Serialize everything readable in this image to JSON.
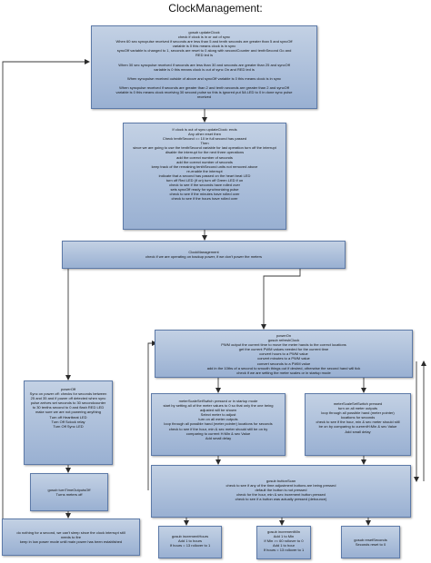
{
  "title": "ClockManagement:",
  "boxes": {
    "update_clock": [
      "gosub updateClock",
      "check if clock is in or out of sync",
      "When 60 sec syncpulse received if seconds are less than 5 and tenth seconds are greater than 5 and syncOff",
      "variable is 0 this means clock is in sync",
      "syncOff variable is changed to 1, seconds are reset to 0 along with secondCounter and tenthSecond Go and",
      "RED led is",
      "",
      "When 30 sec syncpulse received if seconds are less than 30 and seconds are greater than 25 and syncOff",
      "variable is 0 this means clock is out of sync On and RED led is",
      "",
      "When syncpulse received outside of above and syncOff variable is 0 this means clock is in sync",
      "",
      "When syncpulse received if seconds are greater than 2 and tenth seconds are greater than 2 and syncOff",
      "variable is 0 this means clock receiving 30 second pulse so this is ignored put 5A LED to 0 in done sync pulse",
      "received"
    ],
    "out_of_sync": [
      "If clock is out of sync updateClock: ends",
      "Any other reset then",
      "Check tenthSecond == 10 ie full second has passed",
      "Then",
      "since we are going to use the tenthSecond variable for last operation turn off the interrupt",
      "disable the interrupt for the next three operations",
      "add the correct number of seconds",
      "add the correct number of seconds",
      "keep track of the remaining tenthSecond units not removed above",
      "re-enable the interrupt",
      "indicate that a second has passed on the heart beat LED",
      "turn off Red LED (if on) turn off Green LED if on",
      "check to see if the seconds have rolled over",
      "sets syncOff ready for synchronizing pulse",
      "check to see if the minutes have rolled over",
      "check to see if the hours have rolled over"
    ],
    "clock_management": [
      "ClockManagement",
      "check if we are operating on backup power, if we don't power the meters"
    ],
    "power_on": [
      "powerOn",
      "gosub refreshClock",
      "PWM output the current time to move the meter hands to the correct locations",
      "get the current PWM values needed for the current time",
      "convert hours to a PWM value",
      "convert minutes to a PWM value",
      "convert seconds to a PWM value",
      "add in the 10ths of a second to smooth things out if desired, otherwise the second hand will tick",
      "check if we are setting the meter scales or in startup mode"
    ],
    "power_off": [
      "powerOff",
      "Sync on power off: checks for seconds between",
      "25 and 35 and if power off detected when sync",
      "pulse arrives set seconds to 30 secondcounter",
      "to 30 tenths second to 0 and flash RED LED",
      "make sure we are not powering anything",
      "Turn off Heartbeat LED",
      "Turn Off Sclock relay",
      "Turn Off Sync LED"
    ],
    "meter_scale_left": [
      "meterScaleSetSwitch pressed or in startup mode",
      "start by setting all of the meter values to 0 so that only the one being",
      "adjusted will be shown",
      "Select meter to adjust",
      "turn on all meter outputs",
      "loop through all possible hand (meter pointer) locations for seconds",
      "check to see if the hour, min & sec meter should still be on by",
      "comparing to current H:Min & sec Value",
      "Add small delay"
    ],
    "meter_scale_right": [
      "meterScaleSetSwitch pressed",
      "turn on all meter outputs",
      "loop through all possible hand (meter pointer)",
      "locations for seconds",
      "check to see if the hour, min & sec meter should still",
      "be on by comparing to currentH:Min & sec Value",
      "Add small delay"
    ],
    "turn_outputs_off": [
      "gosub turnTimeOutputsOff",
      "Turns meters off"
    ],
    "button_scan": [
      "gosub buttonScan",
      "check to see if any of the time adjustment buttons are being pressed",
      "default the button is not pressed",
      "check for the hour, min & sec increment button pressed",
      "check to see if a button was actually pressed (debounce)"
    ],
    "backup_power": [
      "do nothing for a second, we can't sleep since the clock interrupt still",
      "needs to fire",
      "keep in low power mode until main power has been established"
    ],
    "increment_hours": [
      "gosub incrementHours",
      "Add 1 to hours",
      "If hours = 13 rollover to 1"
    ],
    "increment_min": [
      "gosub incrementMin",
      "Add 1 to Min",
      "If Min >= 60 rollover to 0",
      "Add 1 to hour",
      "If hours = 13 rollover to 1"
    ],
    "reset_seconds": [
      "gosub resetSeconds",
      "Seconds reset to 0"
    ]
  }
}
